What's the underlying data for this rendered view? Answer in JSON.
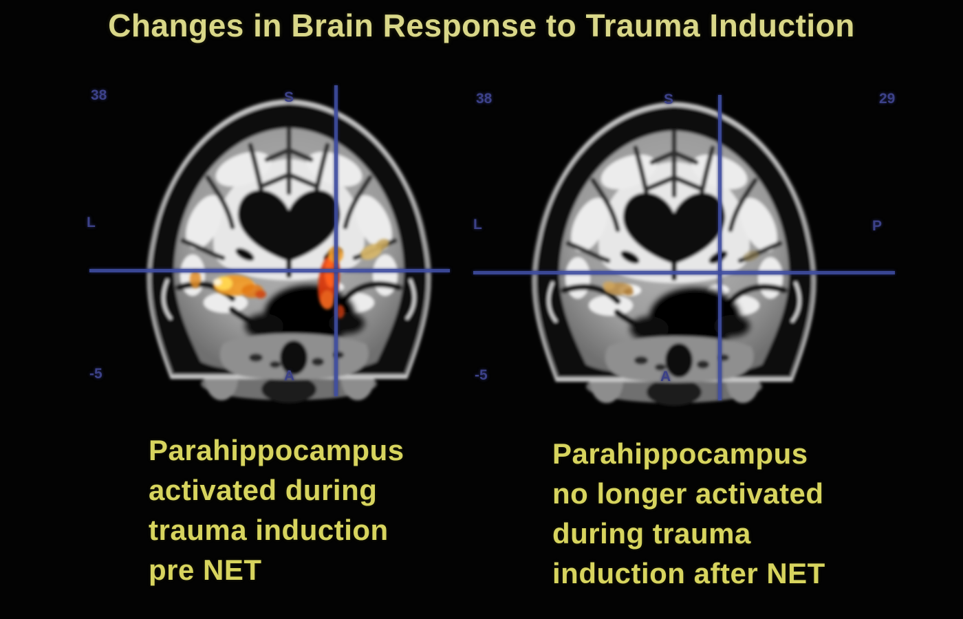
{
  "slide": {
    "title": "Changes in Brain Response to Trauma Induction"
  },
  "colors": {
    "background": "#030303",
    "title_text": "#d9d788",
    "caption_text": "#d7d45e",
    "crosshair_blue": "#3e4c9f",
    "orientation_label_blue": "#3c4188",
    "activation_hot": "#e8431a",
    "activation_warm": "#f2a235",
    "activation_residual": "#bd8e47"
  },
  "panels": [
    {
      "name": "pre-net-scan",
      "labels": {
        "top_left": "38",
        "top_center": "S",
        "mid_left": "L",
        "bottom_left": "-5",
        "bottom_center": "A"
      },
      "caption_lines": [
        "Parahippocampus",
        "activated during",
        "trauma induction",
        "pre NET"
      ]
    },
    {
      "name": "post-net-scan",
      "labels": {
        "top_left": "38",
        "top_center": "S",
        "top_right": "29",
        "mid_left": "L",
        "mid_right": "P",
        "bottom_left": "-5",
        "bottom_center": "A"
      },
      "caption_lines": [
        "Parahippocampus",
        "no longer activated",
        "during trauma",
        "induction after NET"
      ]
    }
  ]
}
